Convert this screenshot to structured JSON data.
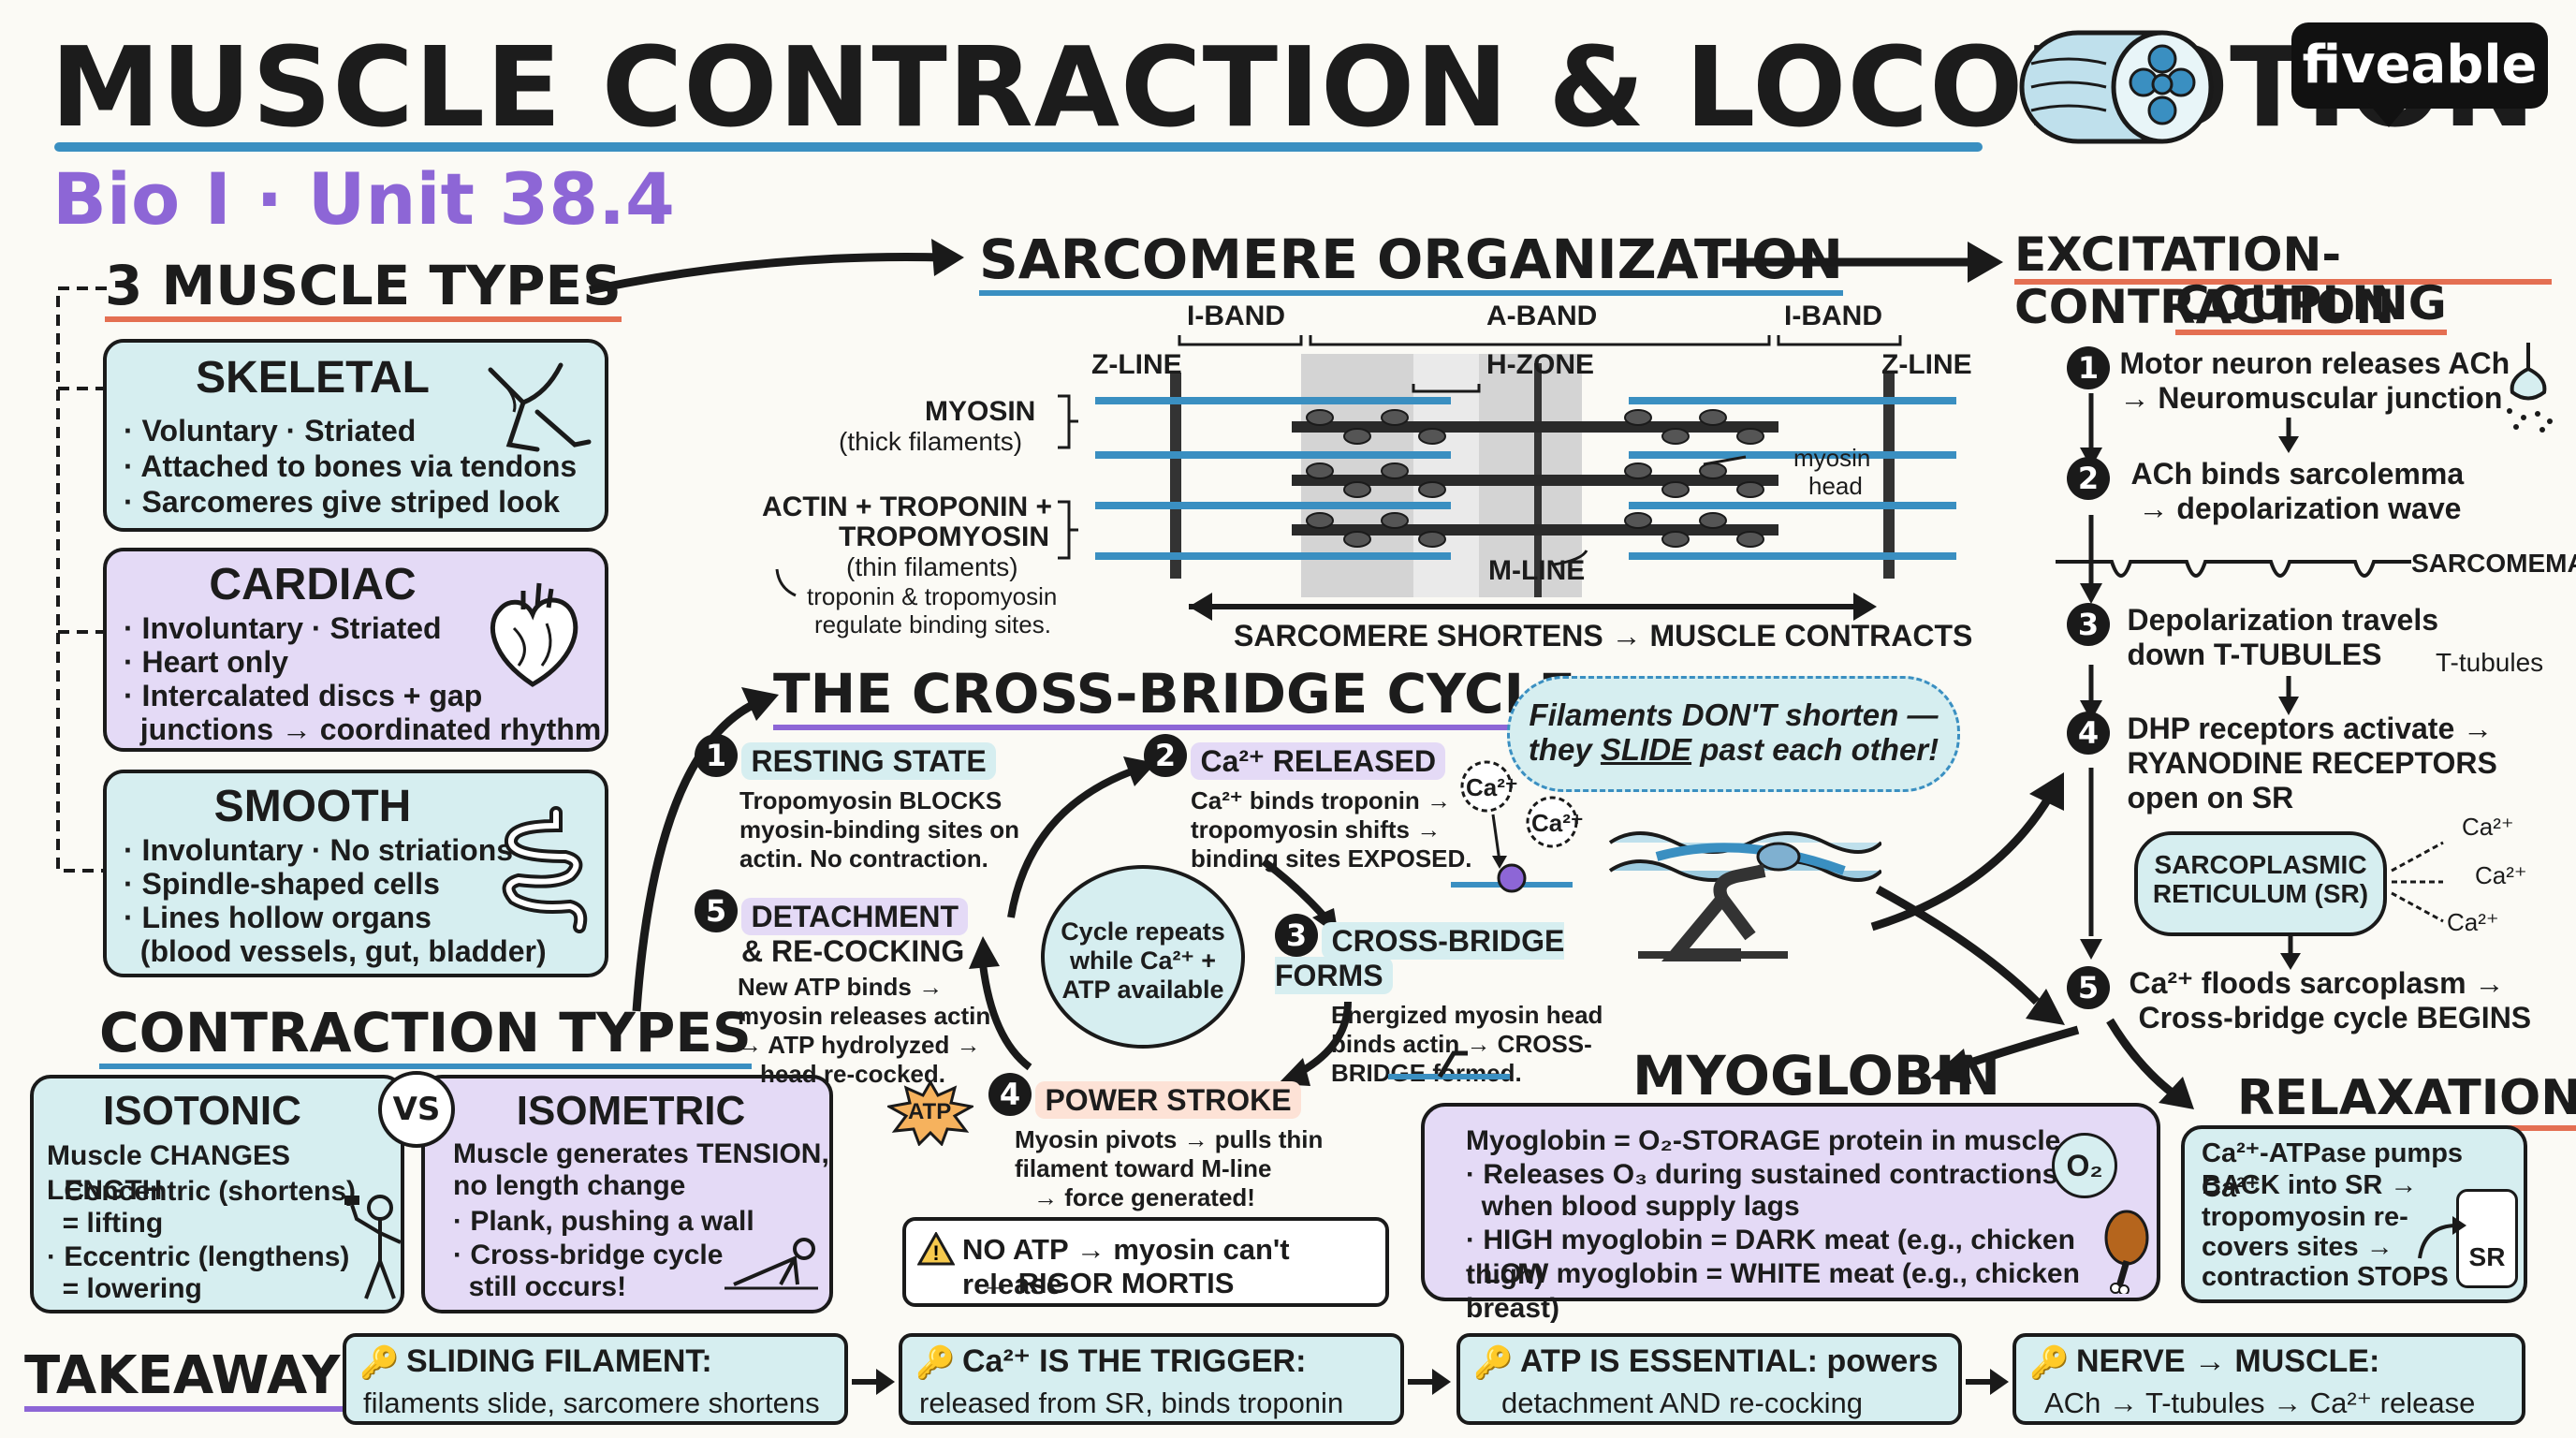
{
  "header": {
    "title": "MUSCLE CONTRACTION & LOCOMOTION",
    "subtitle": "Bio I · Unit 38.4",
    "brand": "fiveable"
  },
  "muscle_types": {
    "heading": "3 MUSCLE TYPES",
    "skeletal": {
      "title": "SKELETAL",
      "lines": [
        "· Voluntary · Striated",
        "· Attached to bones via tendons",
        "· Sarcomeres give striped look"
      ],
      "icon": "leg-icon"
    },
    "cardiac": {
      "title": "CARDIAC",
      "lines": [
        "· Involuntary · Striated",
        "· Heart only",
        "· Intercalated discs + gap",
        "  junctions → coordinated rhythm"
      ],
      "icon": "heart-icon"
    },
    "smooth": {
      "title": "SMOOTH",
      "lines": [
        "· Involuntary · No striations",
        "· Spindle-shaped cells",
        "· Lines hollow organs",
        "  (blood vessels, gut, bladder)"
      ],
      "icon": "intestine-icon"
    }
  },
  "contraction_types": {
    "heading": "CONTRACTION TYPES",
    "vs": "VS",
    "isotonic": {
      "title": "ISOTONIC",
      "lines": [
        "Muscle CHANGES LENGTH",
        "· Concentric (shortens)",
        "  = lifting",
        "· Eccentric (lengthens)",
        "  = lowering"
      ]
    },
    "isometric": {
      "title": "ISOMETRIC",
      "lines": [
        "Muscle generates TENSION,",
        "no length change",
        "· Plank, pushing a wall",
        "· Cross-bridge cycle",
        "  still occurs!"
      ]
    }
  },
  "sarcomere": {
    "heading": "SARCOMERE ORGANIZATION",
    "i_band_left": "I-BAND",
    "a_band": "A-BAND",
    "i_band_right": "I-BAND",
    "z_line_left": "Z-LINE",
    "h_zone": "H-ZONE",
    "z_line_right": "Z-LINE",
    "myosin_label": "MYOSIN",
    "myosin_sub": "(thick filaments)",
    "actin_label_1": "ACTIN + TROPONIN +",
    "actin_label_2": "TROPOMYOSIN",
    "actin_sub": "(thin filaments)",
    "note_1": "troponin & tropomyosin",
    "note_2": "regulate binding sites.",
    "myosin_head_1": "myosin",
    "myosin_head_2": "head",
    "m_line": "M-LINE",
    "shortens": "SARCOMERE SHORTENS → MUSCLE CONTRACTS"
  },
  "cross_bridge": {
    "heading": "THE CROSS-BRIDGE CYCLE",
    "center": [
      "Cycle repeats",
      "while Ca²⁺ +",
      "ATP available"
    ],
    "step1": {
      "num": "1",
      "title": "RESTING STATE",
      "lines": [
        "Tropomyosin BLOCKS",
        "myosin-binding sites on",
        "actin. No contraction."
      ]
    },
    "step2": {
      "num": "2",
      "title": "Ca²⁺ RELEASED",
      "lines": [
        "Ca²⁺ binds troponin →",
        "tropomyosin shifts →",
        "binding sites EXPOSED."
      ]
    },
    "step3": {
      "num": "3",
      "title": "CROSS-BRIDGE FORMS",
      "lines": [
        "Energized myosin head",
        "binds actin → CROSS-",
        "BRIDGE formed."
      ]
    },
    "step4": {
      "num": "4",
      "title": "POWER STROKE",
      "lines": [
        "Myosin pivots → pulls thin",
        "filament toward M-line",
        "→ force generated!"
      ]
    },
    "step5": {
      "num": "5",
      "title_1": "DETACHMENT",
      "title_2": "& RE-COCKING",
      "lines": [
        "New ATP binds →",
        "myosin releases actin",
        "→ ATP hydrolyzed →",
        "head re-cocked."
      ]
    },
    "atp": "ATP",
    "ca_1": "Ca²⁺",
    "ca_2": "Ca²⁺",
    "warning_1": "NO ATP → myosin can't release",
    "warning_2": "→ RIGOR MORTIS"
  },
  "slide_note": {
    "line1": "Filaments DON'T shorten —",
    "line2_a": "they ",
    "line2_b": "SLIDE",
    "line2_c": " past each other!"
  },
  "ecc": {
    "heading_1": "EXCITATION-CONTRACTION",
    "heading_2": "COUPLING",
    "step1": {
      "num": "1",
      "lines": [
        "Motor neuron releases ACh",
        "→ Neuromuscular junction"
      ]
    },
    "step2": {
      "num": "2",
      "lines": [
        "ACh binds sarcolemma",
        "→ depolarization wave"
      ]
    },
    "sarcolemma_label": "SARCOMEMA",
    "step3": {
      "num": "3",
      "lines": [
        "Depolarization travels",
        "down T-TUBULES"
      ]
    },
    "t_tubules": "T-tubules",
    "step4": {
      "num": "4",
      "lines": [
        "DHP receptors activate →",
        "RYANODINE RECEPTORS",
        "open on SR"
      ]
    },
    "sr_1": "SARCOPLASMIC",
    "sr_2": "RETICULUM (SR)",
    "ca_a": "Ca²⁺",
    "ca_b": "Ca²⁺",
    "ca_c": "Ca²⁺",
    "step5": {
      "num": "5",
      "lines": [
        "Ca²⁺ floods sarcoplasm →",
        "Cross-bridge cycle BEGINS"
      ]
    }
  },
  "myoglobin": {
    "heading": "MYOGLOBIN",
    "o2": "O₂",
    "lines": [
      "Myoglobin = O₂-STORAGE protein in muscle",
      "· Releases O₃ during sustained contractions",
      "  when blood supply lags",
      "· HIGH myoglobin = DARK meat (e.g., chicken thigh)",
      "· LOW myoglobin = WHITE meat (e.g., chicken breast)"
    ]
  },
  "relaxation": {
    "heading": "RELAXATION",
    "lines": [
      "Ca²⁺-ATPase pumps Ca²⁺",
      "BACK into SR →",
      "tropomyosin re-",
      "covers sites →",
      "contraction STOPS"
    ],
    "sr": "SR"
  },
  "takeaways": {
    "heading": "TAKEAWAYS",
    "items": [
      {
        "a": "SLIDING FILAMENT:",
        "b": "filaments slide, sarcomere shortens"
      },
      {
        "a": "Ca²⁺ IS THE TRIGGER:",
        "b": "released from SR, binds troponin"
      },
      {
        "a": "ATP IS ESSENTIAL: powers",
        "b": "detachment AND re-cocking"
      },
      {
        "a": "NERVE → MUSCLE:",
        "b": "ACh → T-tubules → Ca²⁺ release"
      }
    ]
  },
  "colors": {
    "teal": "#d6eef0",
    "purple": "#e4daf6",
    "orange": "#e46f52",
    "blue": "#3a8fc1",
    "violet": "#8d66d6"
  }
}
